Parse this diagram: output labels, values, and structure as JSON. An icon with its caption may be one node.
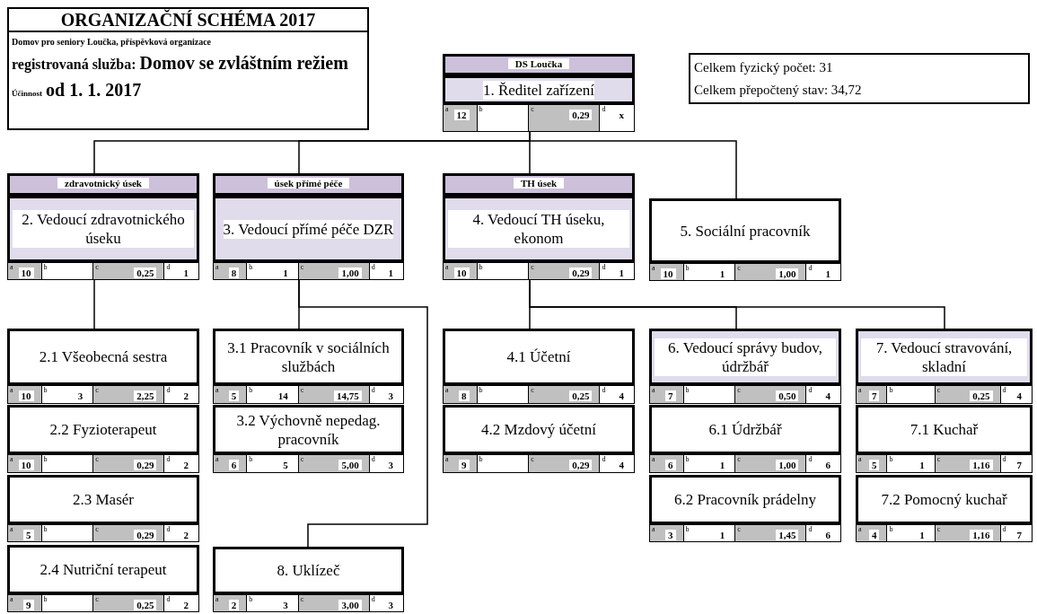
{
  "diagram": {
    "nodes": [
      {
        "text": [
          "ORGANIZAČNÍ SCHÉMA 2017",
          "Domov pro seniory Loučka, příspěvková organizace",
          "registrovaná služba:",
          "Domov se zvláštním režiem",
          "Účinnost",
          "od 1. 1. 2017"
        ]
      },
      {
        "text": [
          "DS Loučka",
          "1. Ředitel zařízení",
          "$^{a}$ **12**",
          "$^{b}$",
          "$^{c}$ **0,29**",
          "$^{d}$ **x**"
        ]
      },
      {
        "text": [
          "Celkem fyzický počet: 31",
          "Celkem přepočtený stav: 34,72"
        ]
      },
      {
        "text": [
          "zdravotnický úsek",
          "2. Vedoucí zdravotnického úseku",
          "$^{a}$ **10**",
          "$^{b}$",
          "$^{c}$ **0,25**",
          "$^{d}$ **1**"
        ]
      },
      {
        "text": [
          "úsek přímé péče",
          "3. Vedoucí přímé péče DZR",
          "$^{a}$ **8**",
          "$^{b}$ **1**",
          "$^{c}$ **1,00**",
          "$^{d}$ **1**"
        ]
      },
      {
        "text": [
          "TH úsek",
          "4. Vedoucí TH úseku, ekonom",
          "$^{a}$ **10**",
          "$^{b}$",
          "$^{c}$ **0,29**",
          "$^{d}$ **1**"
        ]
      },
      {
        "text": [
          "5. Sociální pracovník",
          "$^{a}$ **10**",
          "$^{b}$ **1**",
          "$^{c}$ **1,00**",
          "$^{d}$ **1**"
        ]
      },
      {
        "text": [
          "2.1 Všeobecná sestra",
          "$^{a}$ **10**",
          "$^{b}$ **3**",
          "$^{c}$ **2,25**",
          "$^{d}$ **2**"
        ]
      },
      {
        "text": [
          "2.2 Fyzioterapeut",
          "$^{a}$ **10**",
          "$^{b}$",
          "$^{c}$ **0,29**",
          "$^{d}$ **2**"
        ]
      },
      {
        "text": [
          "2.3 Masér",
          "$^{a}$ **5**",
          "$^{b}$",
          "$^{c}$ **0,29**",
          "$^{d}$ **2**"
        ]
      },
      {
        "text": [
          "2.4 Nutriční terapeut",
          "$^{a}$ **9**",
          "$^{b}$",
          "$^{c}$ **0,25**",
          "$^{d}$ **2**"
        ]
      },
      {
        "text": [
          "3.1 Pracovník v sociálních službách",
          "$^{a}$ **5**",
          "$^{b}$ **14**",
          "$^{c}$ **14,75**",
          "$^{d}$ **3**"
        ]
      },
      {
        "text": [
          "3.2 Výchovně nepedag. pracovník",
          "$^{a}$ **6**",
          "$^{b}$ **5**",
          "$^{c}$ **5,00**",
          "$^{d}$ **3**"
        ]
      },
      {
        "text": [
          "8. Uklízeč",
          "$^{a}$ **2**",
          "$^{b}$ **3**",
          "$^{c}$ **3,00**",
          "$^{d}$ **3**"
        ]
      },
      {
        "text": [
          "4.1 Účetní",
          "$^{a}$ **8**",
          "$^{b}$",
          "$^{c}$ **0,25**",
          "$^{d}$ **4**"
        ]
      },
      {
        "text": [
          "4.2 Mzdový účetní",
          "$^{a}$ **9**",
          "$^{b}$",
          "$^{c}$ **0,29**",
          "$^{d}$ **4**"
        ]
      },
      {
        "text": [
          "6. Vedoucí správy budov, údržbář",
          "$^{a}$ **7**",
          "$^{b}$",
          "$^{c}$ **0,50**",
          "$^{d}$ **4**"
        ]
      },
      {
        "text": [
          "6.1 Údržbář",
          "$^{a}$ **6**",
          "$^{b}$ **1**",
          "$^{c}$ **1,00**",
          "$^{d}$ **6**"
        ]
      },
      {
        "text": [
          "6.2 Pracovník prádelny",
          "$^{a}$ **3**",
          "$^{b}$ **1**",
          "$^{c}$ **1,45**",
          "$^{d}$ **6**"
        ]
      },
      {
        "text": [
          "7. Vedoucí stravování, skladní",
          "$^{a}$ **7**",
          "$^{b}$",
          "$^{c}$ **0,25**",
          "$^{d}$ **4**"
        ]
      },
      {
        "text": [
          "7.1 Kuchař",
          "$^{a}$ **5**",
          "$^{b}$ **1**",
          "$^{c}$ **1,16**",
          "$^{d}$ **7**"
        ]
      },
      {
        "text": [
          "7.2 Pomocný kuchař",
          "$^{a}$ **4**",
          "$^{b}$ **1**",
          "$^{c}$ **1,16**",
          "$^{d}$ **7**"
        ]
      }
    ],
    "edges": [
      {
        "from": 1,
        "to": 3,
        "arrow": "none"
      },
      {
        "from": 1,
        "to": 4,
        "arrow": "none"
      },
      {
        "from": 1,
        "to": 5,
        "arrow": "none"
      },
      {
        "from": 1,
        "to": 6,
        "arrow": "none"
      },
      {
        "from": 3,
        "to": 7,
        "arrow": "none"
      },
      {
        "from": 4,
        "to": 11,
        "arrow": "none"
      },
      {
        "from": 4,
        "to": 13,
        "arrow": "none"
      },
      {
        "from": 5,
        "to": 14,
        "arrow": "none"
      },
      {
        "from": 5,
        "to": 16,
        "arrow": "none"
      },
      {
        "from": 5,
        "to": 19,
        "arrow": "none"
      }
    ]
  }
}
